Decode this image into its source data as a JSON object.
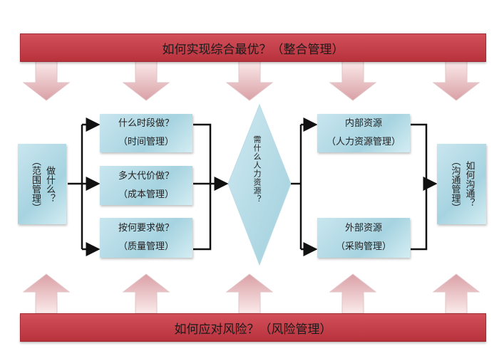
{
  "top_bar": "如何实现综合最优？（整合管理）",
  "bottom_bar": "如何应对风险？（风险管理）",
  "scope": {
    "title": "做什么？",
    "sub": "（范围管理）"
  },
  "middle": [
    {
      "title": "什么时段做？",
      "sub": "（时间管理）"
    },
    {
      "title": "多大代价做？",
      "sub": "（成本管理）"
    },
    {
      "title": "按何要求做？",
      "sub": "（质量管理）"
    }
  ],
  "decision": "需什么人力资源？",
  "resources": [
    {
      "title": "内部资源",
      "sub": "（人力资源管理）"
    },
    {
      "title": "外部资源",
      "sub": "（采购管理）"
    }
  ],
  "communication": {
    "title": "如何沟通？",
    "sub": "（沟通管理）"
  }
}
